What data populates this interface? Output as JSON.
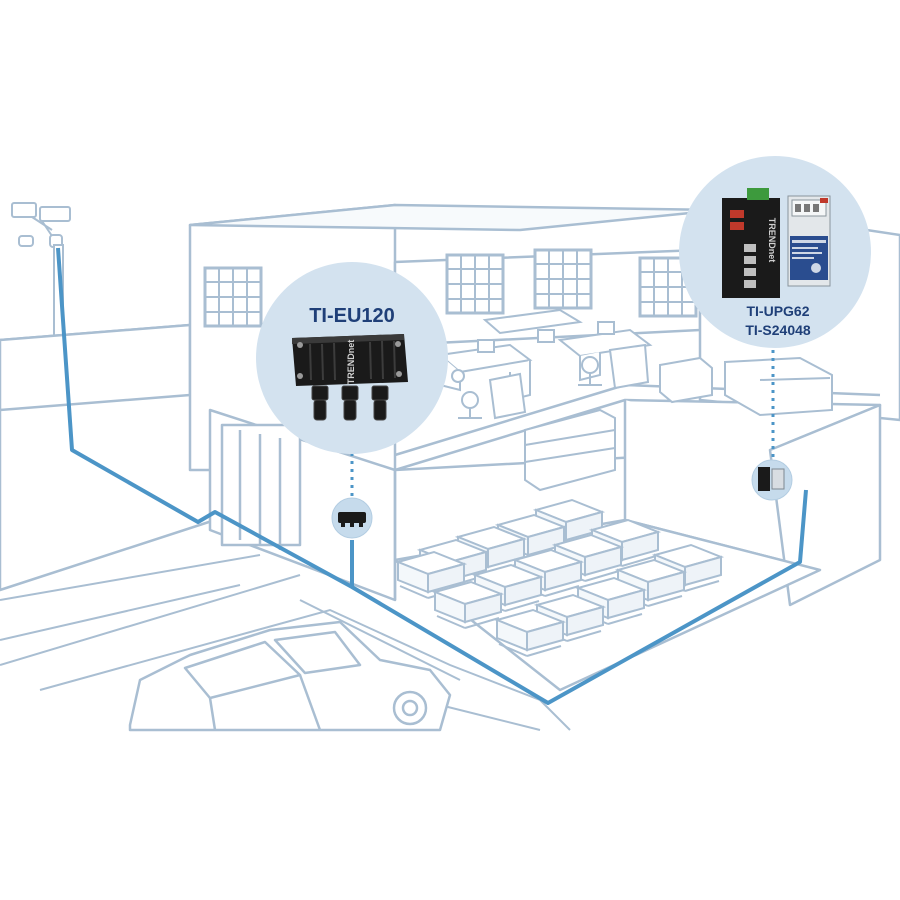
{
  "devices": {
    "left": {
      "label": "TI-EU120",
      "brand": "TRENDnet"
    },
    "right": {
      "label_1": "TI-UPG62",
      "label_2": "TI-S24048",
      "brand": "TRENDnet"
    }
  },
  "colors": {
    "line_art": "#a9bed2",
    "cable": "#4c95c7",
    "bubble": "#d3e2ef",
    "label_text": "#1f3f78",
    "device_body": "#1a1a1a"
  },
  "icons": [
    "camera-pole-icon",
    "extender-icon",
    "switch-icon",
    "power-supply-icon",
    "car-icon",
    "desk-icon",
    "sofa-icon",
    "pallet-icon"
  ]
}
